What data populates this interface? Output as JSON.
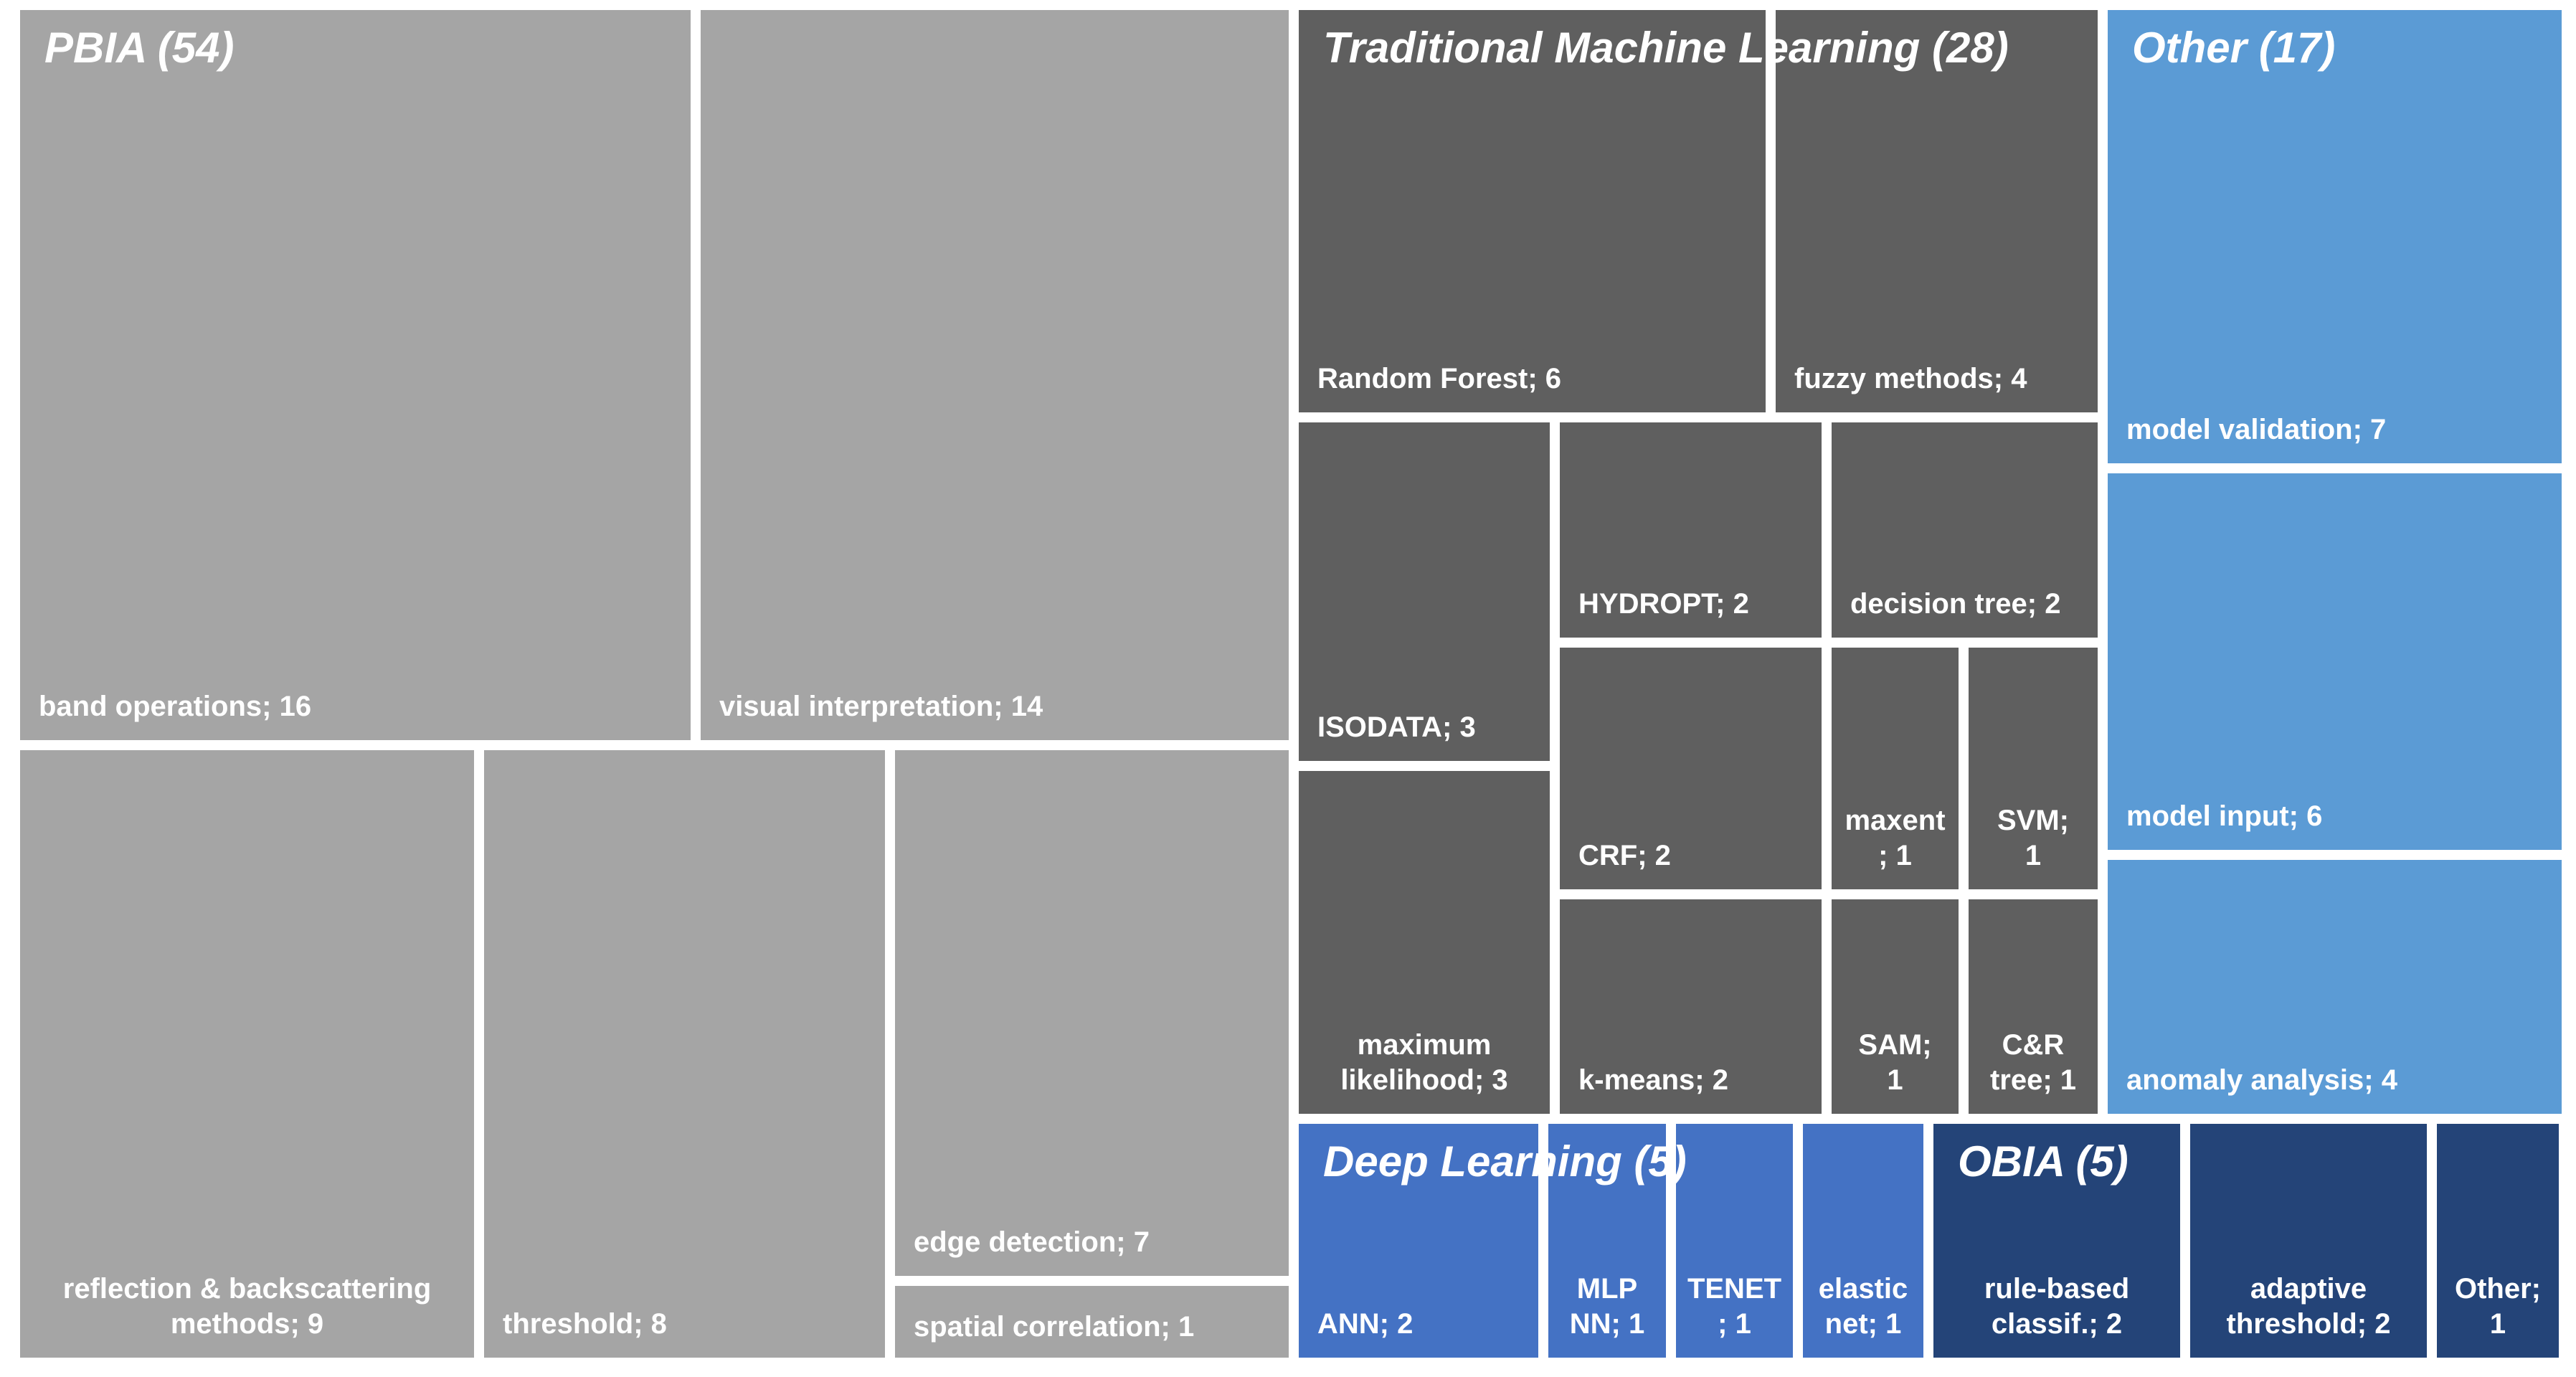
{
  "background": "#ffffff",
  "chart_data": {
    "type": "treemap",
    "title": "",
    "legend": "none",
    "label_format": "name; value",
    "groups": [
      {
        "name": "PBIA",
        "total": 54,
        "title_display": "PBIA (54)",
        "color": "#a5a5a5",
        "children": [
          {
            "name": "band operations",
            "value": 16,
            "display": "band operations; 16"
          },
          {
            "name": "visual interpretation",
            "value": 14,
            "display": "visual interpretation; 14"
          },
          {
            "name": "reflection & backscattering methods",
            "value": 9,
            "display": "reflection & backscattering\nmethods; 9"
          },
          {
            "name": "threshold",
            "value": 8,
            "display": "threshold; 8"
          },
          {
            "name": "edge detection",
            "value": 7,
            "display": "edge detection; 7"
          },
          {
            "name": "spatial correlation",
            "value": 1,
            "display": "spatial correlation; 1"
          }
        ]
      },
      {
        "name": "Traditional Machine Learning",
        "total": 28,
        "title_display": "Traditional Machine Learning (28)",
        "color": "#5f5f5f",
        "children": [
          {
            "name": "Random Forest",
            "value": 6,
            "display": "Random Forest; 6"
          },
          {
            "name": "fuzzy methods",
            "value": 4,
            "display": "fuzzy methods; 4"
          },
          {
            "name": "ISODATA",
            "value": 3,
            "display": "ISODATA; 3"
          },
          {
            "name": "maximum likelihood",
            "value": 3,
            "display": "maximum\nlikelihood; 3"
          },
          {
            "name": "HYDROPT",
            "value": 2,
            "display": "HYDROPT; 2"
          },
          {
            "name": "CRF",
            "value": 2,
            "display": "CRF; 2"
          },
          {
            "name": "k-means",
            "value": 2,
            "display": "k-means; 2"
          },
          {
            "name": "decision tree",
            "value": 2,
            "display": "decision tree; 2"
          },
          {
            "name": "maxent",
            "value": 1,
            "display": "maxent\n; 1"
          },
          {
            "name": "SVM",
            "value": 1,
            "display": "SVM;\n1"
          },
          {
            "name": "SAM",
            "value": 1,
            "display": "SAM;\n1"
          },
          {
            "name": "C&R tree",
            "value": 1,
            "display": "C&R\ntree; 1"
          }
        ]
      },
      {
        "name": "Other",
        "total": 17,
        "title_display": "Other (17)",
        "color": "#5b9bd5",
        "children": [
          {
            "name": "model validation",
            "value": 7,
            "display": "model validation; 7"
          },
          {
            "name": "model input",
            "value": 6,
            "display": "model input; 6"
          },
          {
            "name": "anomaly analysis",
            "value": 4,
            "display": "anomaly analysis; 4"
          }
        ]
      },
      {
        "name": "Deep Learning",
        "total": 5,
        "title_display": "Deep Learning (5)",
        "color": "#4472c4",
        "children": [
          {
            "name": "ANN",
            "value": 2,
            "display": "ANN; 2"
          },
          {
            "name": "MLP NN",
            "value": 1,
            "display": "MLP\nNN; 1"
          },
          {
            "name": "TENET",
            "value": 1,
            "display": "TENET\n; 1"
          },
          {
            "name": "elastic net",
            "value": 1,
            "display": "elastic\nnet; 1"
          }
        ]
      },
      {
        "name": "OBIA",
        "total": 5,
        "title_display": "OBIA (5)",
        "color": "#244478",
        "children": [
          {
            "name": "rule-based classif.",
            "value": 2,
            "display": "rule-based\nclassif.; 2"
          },
          {
            "name": "adaptive threshold",
            "value": 2,
            "display": "adaptive\nthreshold; 2"
          },
          {
            "name": "Other",
            "value": 1,
            "display": "Other;\n1"
          }
        ]
      }
    ]
  }
}
